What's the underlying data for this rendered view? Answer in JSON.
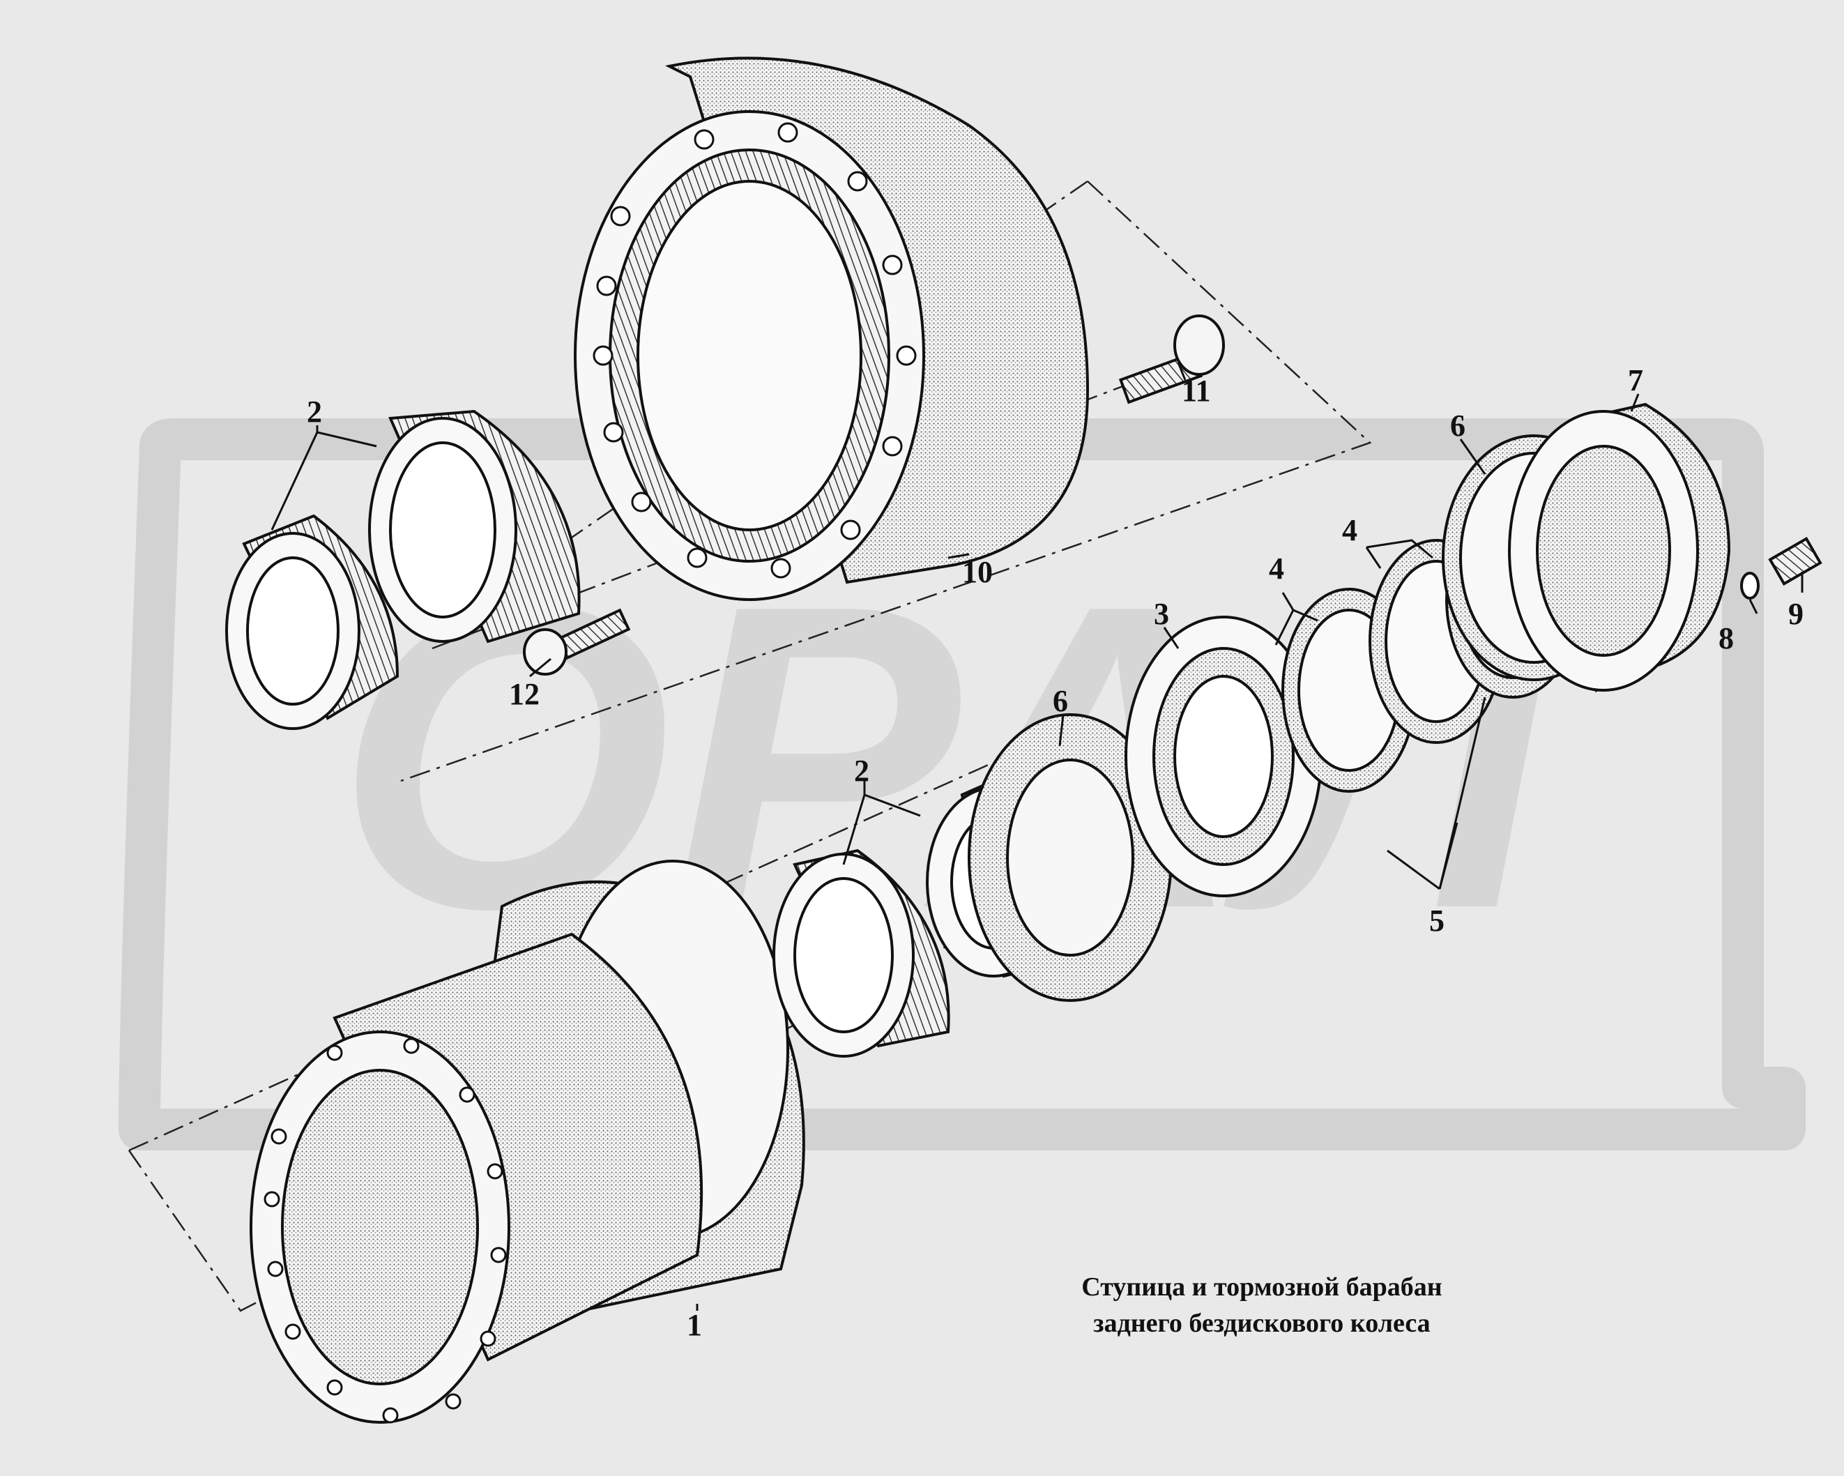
{
  "watermark": {
    "text": "ОРАЛ",
    "color": "#cfcfcf"
  },
  "caption": {
    "line1": "Ступица и тормозной барабан",
    "line2": "заднего бездискового колеса"
  },
  "callouts": {
    "c1": "1",
    "c2a": "2",
    "c2b": "2",
    "c3": "3",
    "c4a": "4",
    "c4b": "4",
    "c5": "5",
    "c6a": "6",
    "c6b": "6",
    "c7": "7",
    "c8": "8",
    "c9": "9",
    "c10": "10",
    "c11": "11",
    "c12": "12"
  },
  "colors": {
    "background": "#e9e9e9",
    "ink": "#111111",
    "part_fill": "#f7f7f7"
  }
}
